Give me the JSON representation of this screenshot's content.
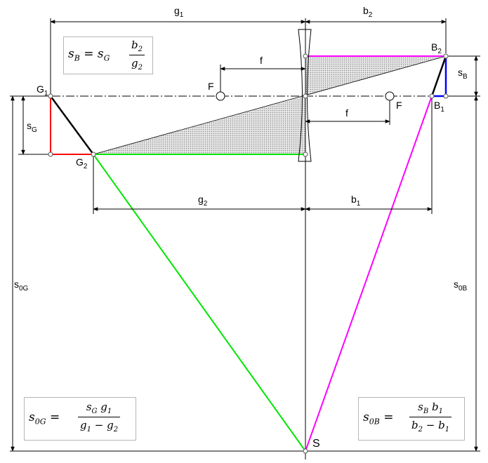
{
  "colors": {
    "object": "#ff0000",
    "image": "#0000ff",
    "ray_green": "#00e600",
    "ray_magenta": "#ff00ff",
    "construction": "#000000",
    "shade": "#bdbdbd"
  },
  "labels": {
    "g1": {
      "base": "g",
      "sub": "1"
    },
    "b2": {
      "base": "b",
      "sub": "2"
    },
    "g2": {
      "base": "g",
      "sub": "2"
    },
    "b1": {
      "base": "b",
      "sub": "1"
    },
    "f_left": "f",
    "f_right": "f",
    "F_left": "F",
    "F_right": "F",
    "G1": {
      "base": "G",
      "sub": "1"
    },
    "G2": {
      "base": "G",
      "sub": "2"
    },
    "B1": {
      "base": "B",
      "sub": "1"
    },
    "B2": {
      "base": "B",
      "sub": "2"
    },
    "sG": {
      "base": "s",
      "sub": "G"
    },
    "sB": {
      "base": "s",
      "sub": "B"
    },
    "s0G": {
      "base": "s",
      "sub": "0G"
    },
    "s0B": {
      "base": "s",
      "sub": "0B"
    },
    "S": "S"
  },
  "formulas": {
    "sB": {
      "lhs": "s",
      "lhs_sub": "B",
      "eq": "=",
      "factor": "s",
      "factor_sub": "G",
      "num": "b",
      "num_sub": "2",
      "den": "g",
      "den_sub": "2"
    },
    "s0G": {
      "lhs": "s",
      "lhs_sub": "0G",
      "eq": "=",
      "num_a": "s",
      "num_a_sub": "G",
      "num_b": "g",
      "num_b_sub": "1",
      "den_a": "g",
      "den_a_sub": "1",
      "den_op": "−",
      "den_b": "g",
      "den_b_sub": "2"
    },
    "s0B": {
      "lhs": "s",
      "lhs_sub": "0B",
      "eq": "=",
      "num_a": "s",
      "num_a_sub": "B",
      "num_b": "b",
      "num_b_sub": "1",
      "den_a": "b",
      "den_a_sub": "2",
      "den_op": "−",
      "den_b": "b",
      "den_b_sub": "1"
    }
  }
}
